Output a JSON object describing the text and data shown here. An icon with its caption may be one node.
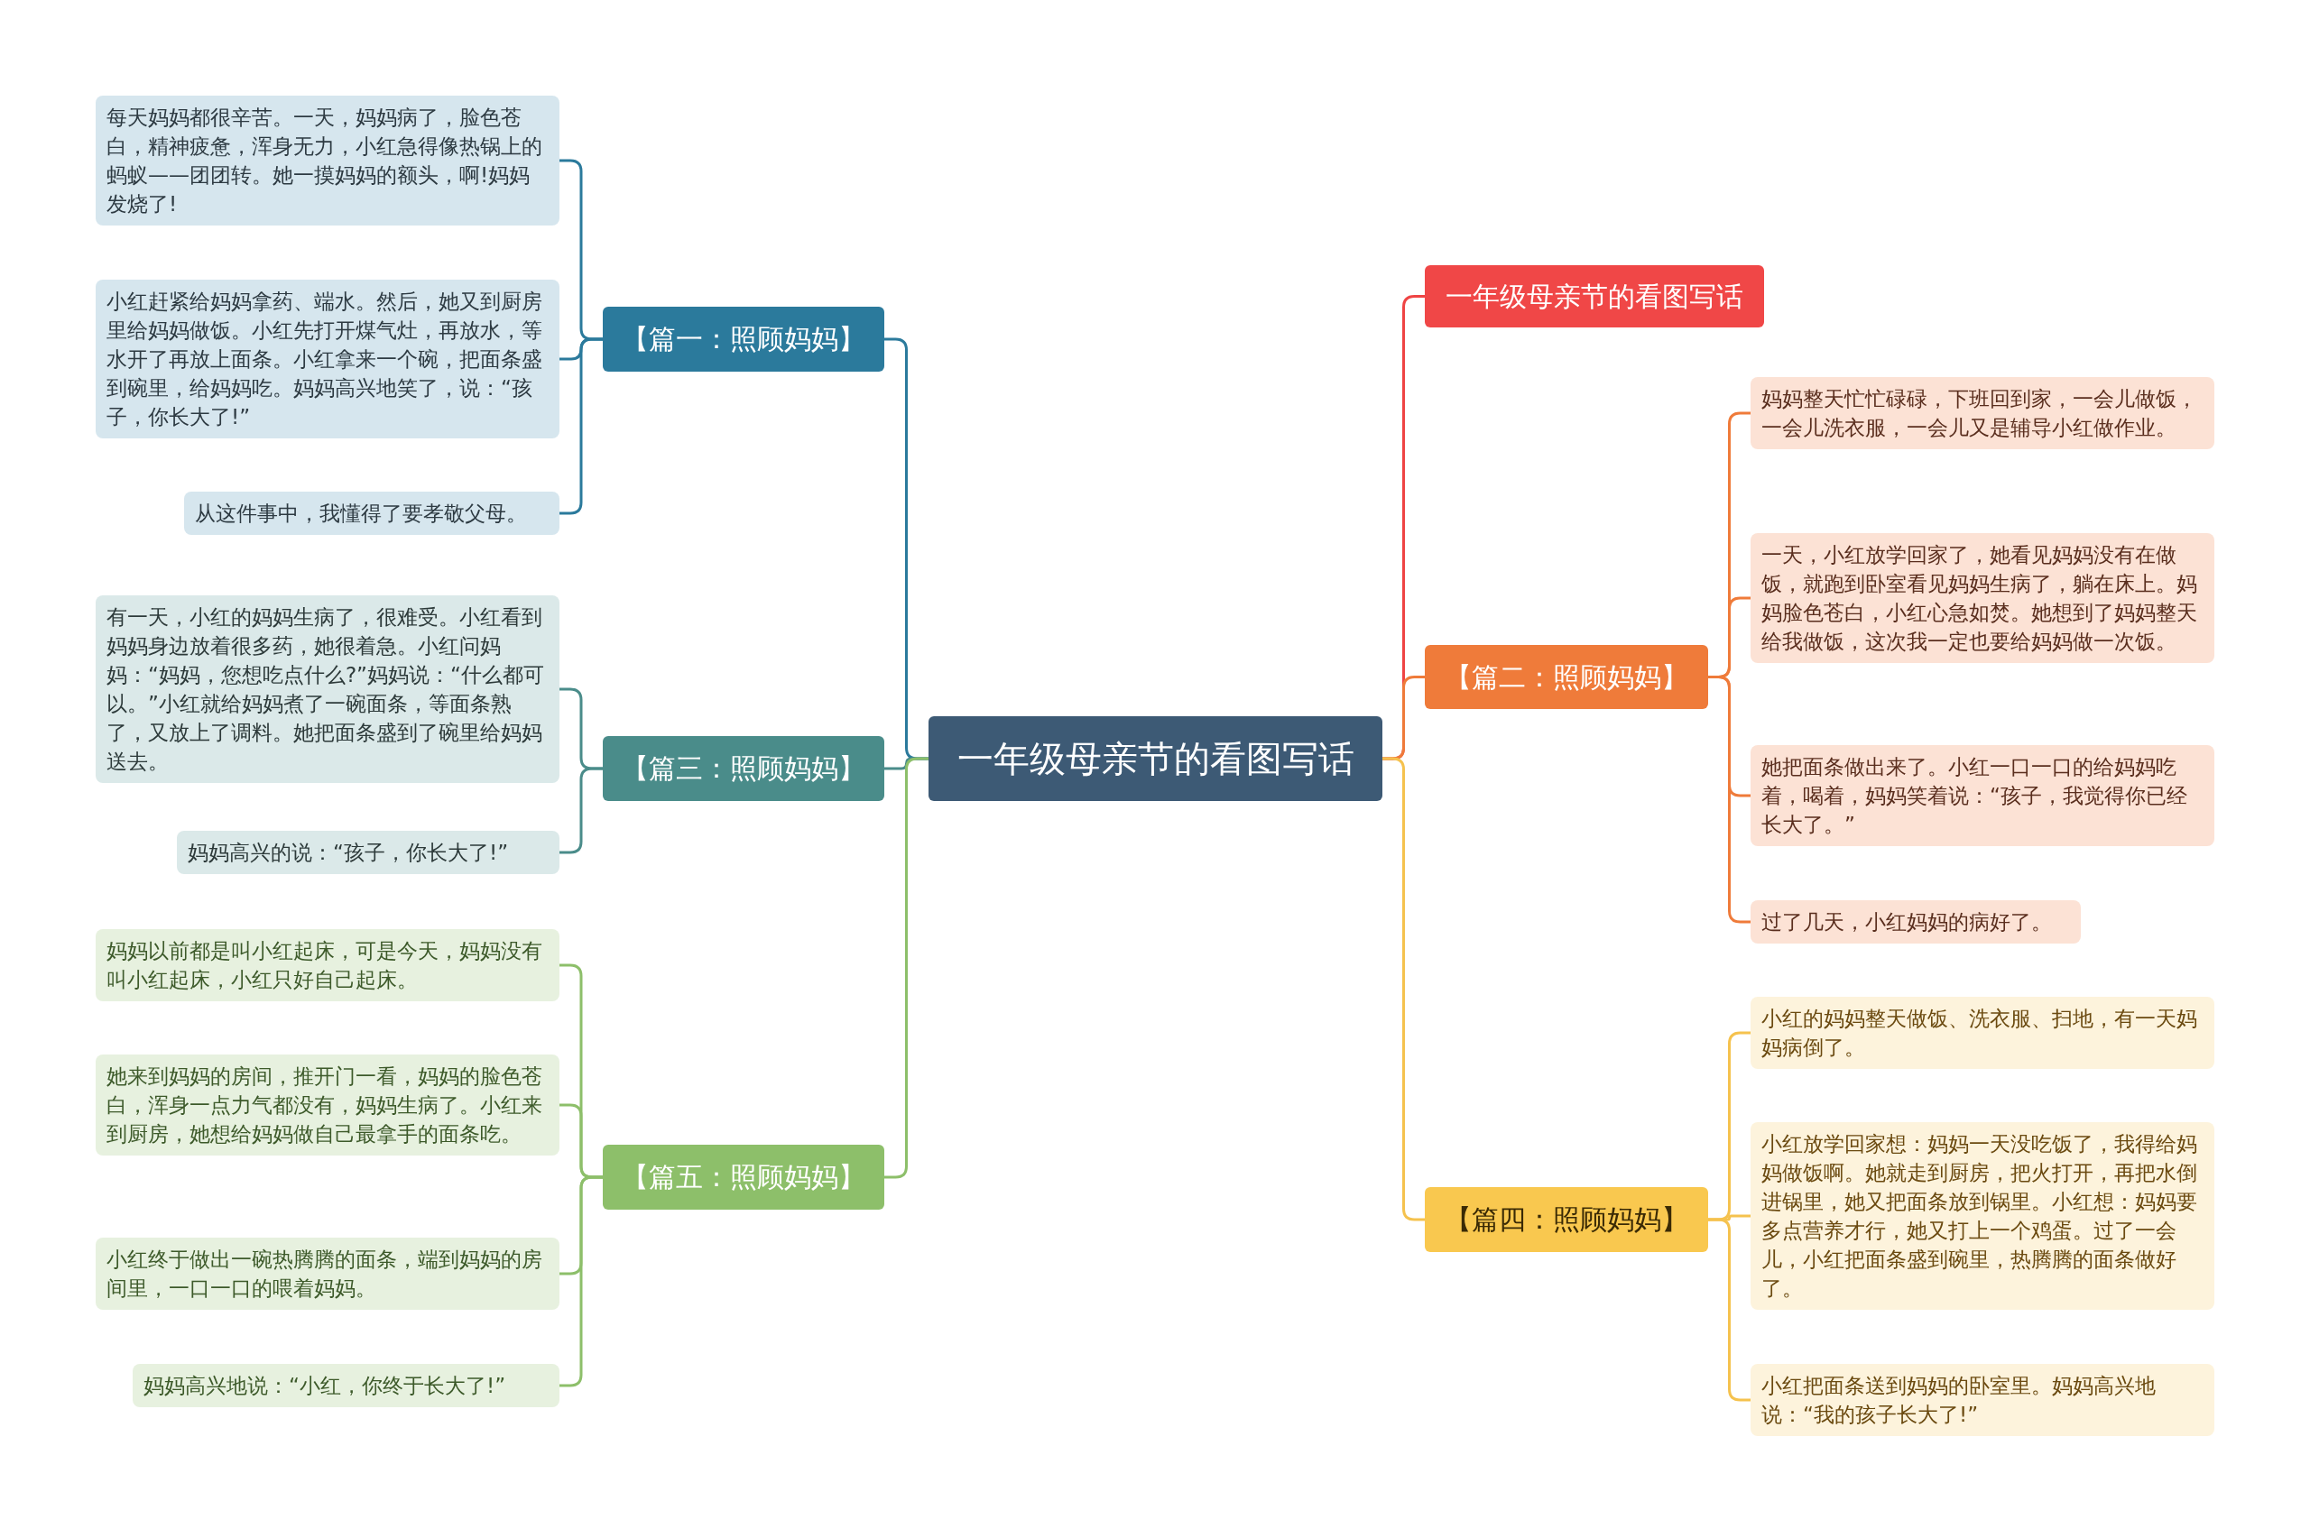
{
  "diagram": {
    "nodes": [
      {
        "text": [
          "一年级母亲节的看图写话"
        ]
      },
      {
        "text": [
          "一年级母亲节的看图写话"
        ]
      },
      {
        "text": [
          "【篇二：照顾妈妈】"
        ]
      },
      {
        "text": [
          "妈妈整天忙忙碌碌，下班回到家，一会儿做饭，一会儿洗衣服，一会儿又是辅导小红做作业。"
        ]
      },
      {
        "text": [
          "一天，小红放学回家了，她看见妈妈没有在做饭，就跑到卧室看见妈妈生病了，躺在床上。妈妈脸色苍白，小红心急如焚。她想到了妈妈整天给我做饭，这次我一定也要给妈妈做一次饭。"
        ]
      },
      {
        "text": [
          "她把面条做出来了。小红一口一口的给妈妈吃着，喝着，妈妈笑着说：“孩子，我觉得你已经长大了。”"
        ]
      },
      {
        "text": [
          "过了几天，小红妈妈的病好了。"
        ]
      },
      {
        "text": [
          "【篇四：照顾妈妈】"
        ]
      },
      {
        "text": [
          "小红的妈妈整天做饭、洗衣服、扫地，有一天妈妈病倒了。"
        ]
      },
      {
        "text": [
          "小红放学回家想：妈妈一天没吃饭了，我得给妈妈做饭啊。她就走到厨房，把火打开，再把水倒进锅里，她又把面条放到锅里。小红想：妈妈要多点营养才行，她又打上一个鸡蛋。过了一会儿，小红把面条盛到碗里，热腾腾的面条做好了。"
        ]
      },
      {
        "text": [
          "小红把面条送到妈妈的卧室里。妈妈高兴地说：“我的孩子长大了!”"
        ]
      },
      {
        "text": [
          "【篇一：照顾妈妈】"
        ]
      },
      {
        "text": [
          "每天妈妈都很辛苦。一天，妈妈病了，脸色苍白，精神疲惫，浑身无力，小红急得像热锅上的蚂蚁——团团转。她一摸妈妈的额头，啊!妈妈发烧了!"
        ]
      },
      {
        "text": [
          "小红赶紧给妈妈拿药、端水。然后，她又到厨房里给妈妈做饭。小红先打开煤气灶，再放水，等水开了再放上面条。小红拿来一个碗，把面条盛到碗里，给妈妈吃。妈妈高兴地笑了，说：“孩子，你长大了!”"
        ]
      },
      {
        "text": [
          "从这件事中，我懂得了要孝敬父母。"
        ]
      },
      {
        "text": [
          "【篇三：照顾妈妈】"
        ]
      },
      {
        "text": [
          "有一天，小红的妈妈生病了，很难受。小红看到妈妈身边放着很多药，她很着急。小红问妈妈：“妈妈，您想吃点什么?”妈妈说：“什么都可以。”小红就给妈妈煮了一碗面条，等面条熟了，又放上了调料。她把面条盛到了碗里给妈妈送去。"
        ]
      },
      {
        "text": [
          "妈妈高兴的说：“孩子，你长大了!”"
        ]
      },
      {
        "text": [
          "【篇五：照顾妈妈】"
        ]
      },
      {
        "text": [
          "妈妈以前都是叫小红起床，可是今天，妈妈没有叫小红起床，小红只好自己起床。"
        ]
      },
      {
        "text": [
          "她来到妈妈的房间，推开门一看，妈妈的脸色苍白，浑身一点力气都没有，妈妈生病了。小红来到厨房，她想给妈妈做自己最拿手的面条吃。"
        ]
      },
      {
        "text": [
          "小红终于做出一碗热腾腾的面条，端到妈妈的房间里，一口一口的喂着妈妈。"
        ]
      },
      {
        "text": [
          "妈妈高兴地说：“小红，你终于长大了!”"
        ]
      }
    ],
    "edges": [
      {
        "from": 0,
        "to": 1,
        "arrow": "none",
        "color": "#ef4444"
      },
      {
        "from": 0,
        "to": 2,
        "arrow": "none",
        "color": "#ef7b3a"
      },
      {
        "from": 2,
        "to": 3,
        "arrow": "none",
        "color": "#ef7b3a"
      },
      {
        "from": 2,
        "to": 4,
        "arrow": "none",
        "color": "#ef7b3a"
      },
      {
        "from": 2,
        "to": 5,
        "arrow": "none",
        "color": "#ef7b3a"
      },
      {
        "from": 2,
        "to": 6,
        "arrow": "none",
        "color": "#ef7b3a"
      },
      {
        "from": 0,
        "to": 7,
        "arrow": "none",
        "color": "#f5c24e"
      },
      {
        "from": 7,
        "to": 8,
        "arrow": "none",
        "color": "#f5c24e"
      },
      {
        "from": 7,
        "to": 9,
        "arrow": "none",
        "color": "#f5c24e"
      },
      {
        "from": 7,
        "to": 10,
        "arrow": "none",
        "color": "#f5c24e"
      },
      {
        "from": 0,
        "to": 11,
        "arrow": "none",
        "color": "#2b7a9c"
      },
      {
        "from": 11,
        "to": 12,
        "arrow": "none",
        "color": "#2b7a9c"
      },
      {
        "from": 11,
        "to": 13,
        "arrow": "none",
        "color": "#2b7a9c"
      },
      {
        "from": 11,
        "to": 14,
        "arrow": "none",
        "color": "#2b7a9c"
      },
      {
        "from": 0,
        "to": 15,
        "arrow": "none",
        "color": "#4a8c8a"
      },
      {
        "from": 15,
        "to": 16,
        "arrow": "none",
        "color": "#4a8c8a"
      },
      {
        "from": 15,
        "to": 17,
        "arrow": "none",
        "color": "#4a8c8a"
      },
      {
        "from": 0,
        "to": 18,
        "arrow": "none",
        "color": "#8dbf6a"
      },
      {
        "from": 18,
        "to": 19,
        "arrow": "none",
        "color": "#8dbf6a"
      },
      {
        "from": 18,
        "to": 20,
        "arrow": "none",
        "color": "#8dbf6a"
      },
      {
        "from": 18,
        "to": 21,
        "arrow": "none",
        "color": "#8dbf6a"
      },
      {
        "from": 18,
        "to": 22,
        "arrow": "none",
        "color": "#8dbf6a"
      }
    ]
  }
}
